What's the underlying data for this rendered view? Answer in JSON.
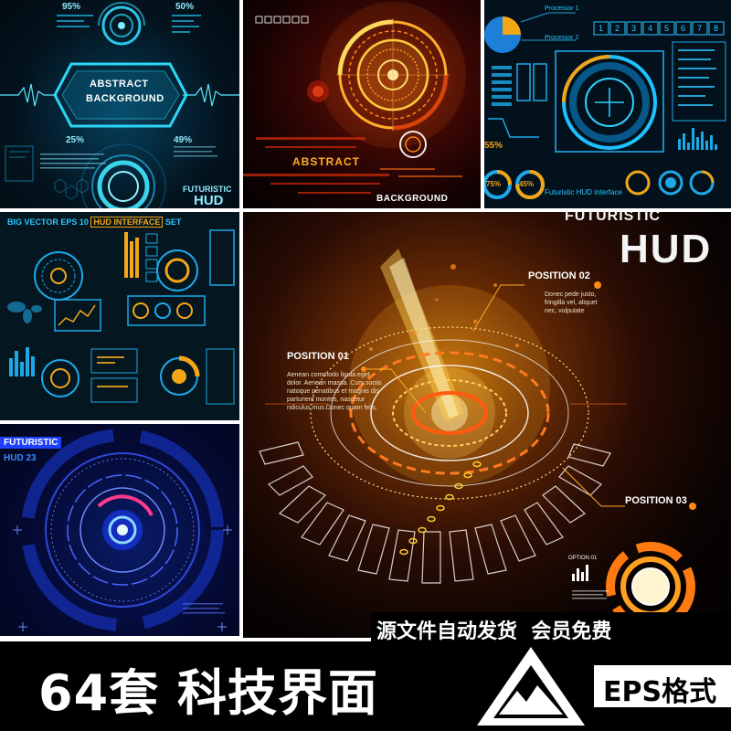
{
  "panel_1": {
    "pct_top_left": "95%",
    "pct_top_right": "50%",
    "title_line1": "ABSTRACT",
    "title_line2": "BACKGROUND",
    "pct_bottom_left": "25%",
    "pct_bottom_right": "49%",
    "caption_line1": "FUTURISTIC",
    "caption_line2": "HUD"
  },
  "panel_2": {
    "label_abstract": "ABSTRACT",
    "label_background": "BACKGROUND"
  },
  "panel_3": {
    "label_processor1": "Processor 1",
    "label_processor2": "Processor 2",
    "digits": [
      "1",
      "2",
      "3",
      "4",
      "5",
      "6",
      "7",
      "8"
    ],
    "pct_left": "55%",
    "pct_bottom_1": "75%",
    "pct_bottom_2": "45%",
    "caption": "Futuristic HUD interface"
  },
  "panel_4": {
    "heading_prefix": "BIG VECTOR EPS 10",
    "heading_highlight": "HUD INTERFACE",
    "heading_suffix": "SET"
  },
  "panel_5": {
    "label_line1": "FUTURISTIC",
    "label_line2": "HUD 23"
  },
  "panel_6": {
    "title_line1": "FUTURISTIC",
    "title_line2": "HUD",
    "position_1": "POSITION 01",
    "position_1_text": [
      "Aenean commodo ligula eget",
      "dolor. Aenean massa. Cum sociis",
      "natoque penatibus et magnis dis",
      "parturient montes, nascetur",
      "ridiculus mus.Donec quam felis,"
    ],
    "position_2": "POSITION 02",
    "position_2_text": [
      "Donec pede justo,",
      "fringilla vel, aliquet",
      "nec, vulputate"
    ],
    "position_3": "POSITION 03",
    "option_label": "OPTION 01"
  },
  "banner": {
    "notice": "源文件自动发货  会员免费",
    "count_title": "64套 科技界面",
    "format_label": "EPS格式"
  },
  "colors": {
    "cyan": "#1fd0ff",
    "orange": "#ffa21a",
    "deep_red": "#d42a0a",
    "blue_panel": "#1e40ff"
  }
}
